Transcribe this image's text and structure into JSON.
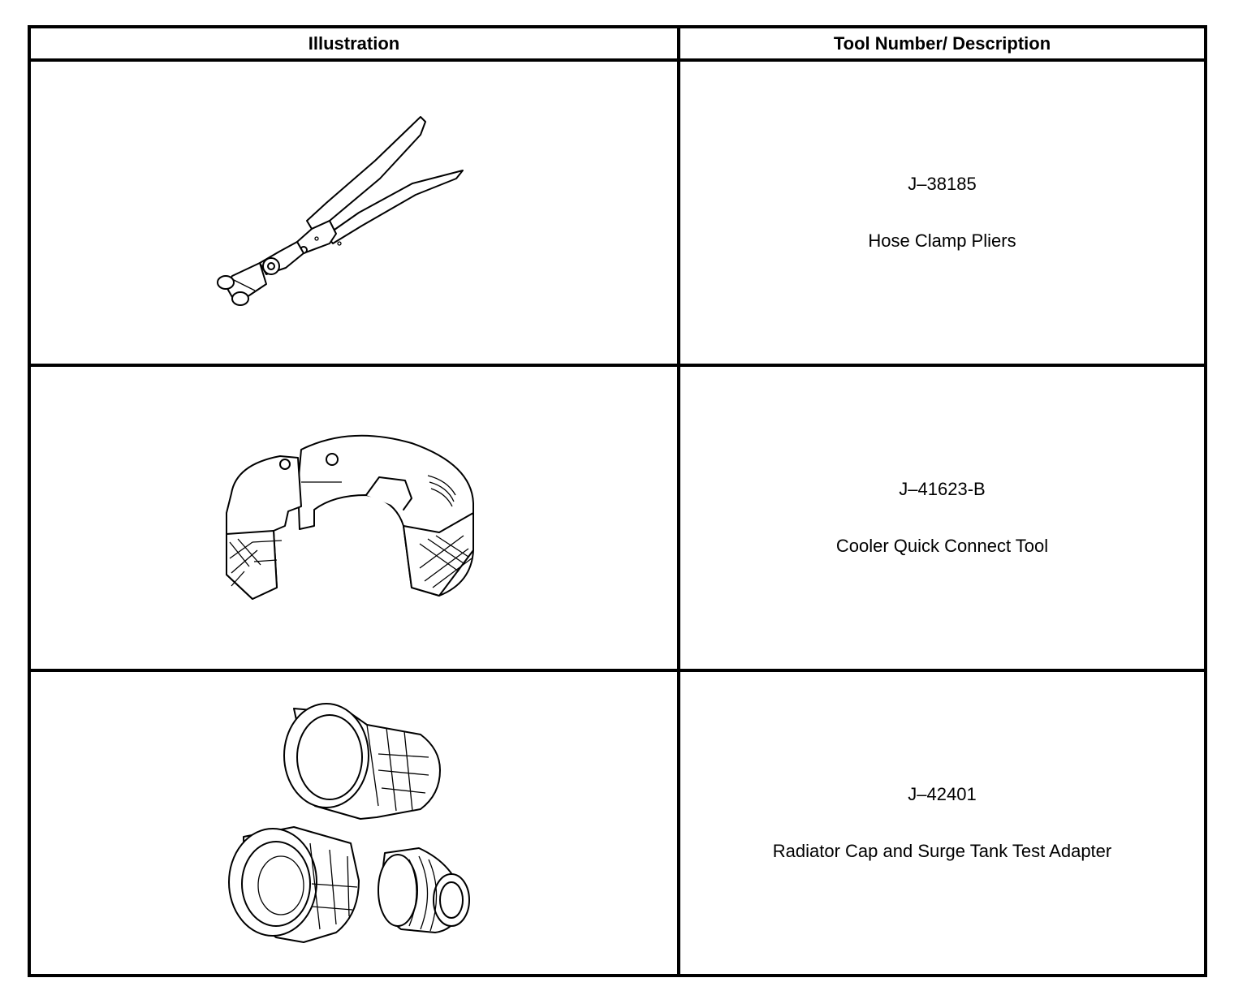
{
  "table": {
    "headers": {
      "illustration": "Illustration",
      "tool": "Tool Number/ Description"
    },
    "rows": [
      {
        "tool_number": "J–38185",
        "description": "Hose Clamp Pliers",
        "illustration_icon": "hose-clamp-pliers-icon"
      },
      {
        "tool_number": "J–41623-B",
        "description": "Cooler Quick Connect Tool",
        "illustration_icon": "cooler-quick-connect-tool-icon"
      },
      {
        "tool_number": "J–42401",
        "description": "Radiator Cap and Surge Tank Test Adapter",
        "illustration_icon": "radiator-cap-test-adapter-icon"
      }
    ]
  }
}
